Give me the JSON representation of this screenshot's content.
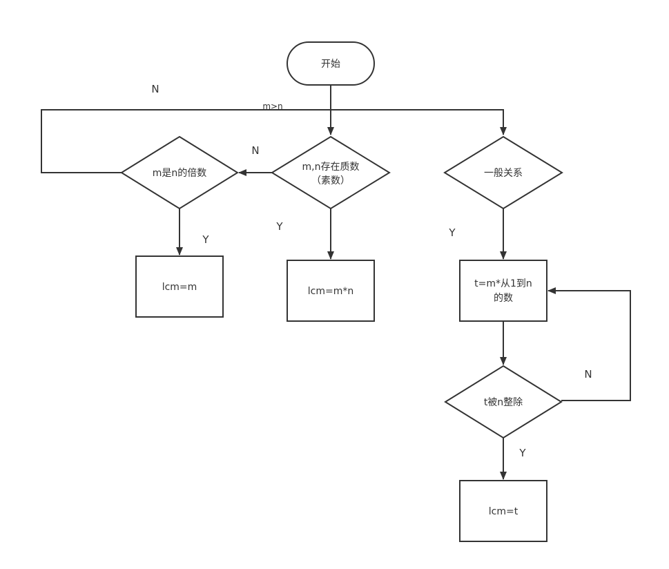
{
  "nodes": {
    "start": {
      "label": "开始"
    },
    "prime_check": {
      "line1": "m,n存在质数",
      "line2": "（素数）"
    },
    "multiple_check": {
      "label": "m是n的倍数"
    },
    "general": {
      "label": "一般关系"
    },
    "lcm_m": {
      "label": "lcm=m"
    },
    "lcm_mn": {
      "label": "lcm=m*n"
    },
    "t_assign": {
      "line1": "t=m*从1到n",
      "line2": "的数"
    },
    "divisible_check": {
      "label": "t被n整除"
    },
    "lcm_t": {
      "label": "lcm=t"
    }
  },
  "edge_labels": {
    "m_gt_n": "m>n",
    "top_left_n": "N",
    "prime_n": "N",
    "multiple_y": "Y",
    "prime_y": "Y",
    "general_y": "Y",
    "loop_n": "N",
    "divisible_y": "Y"
  }
}
